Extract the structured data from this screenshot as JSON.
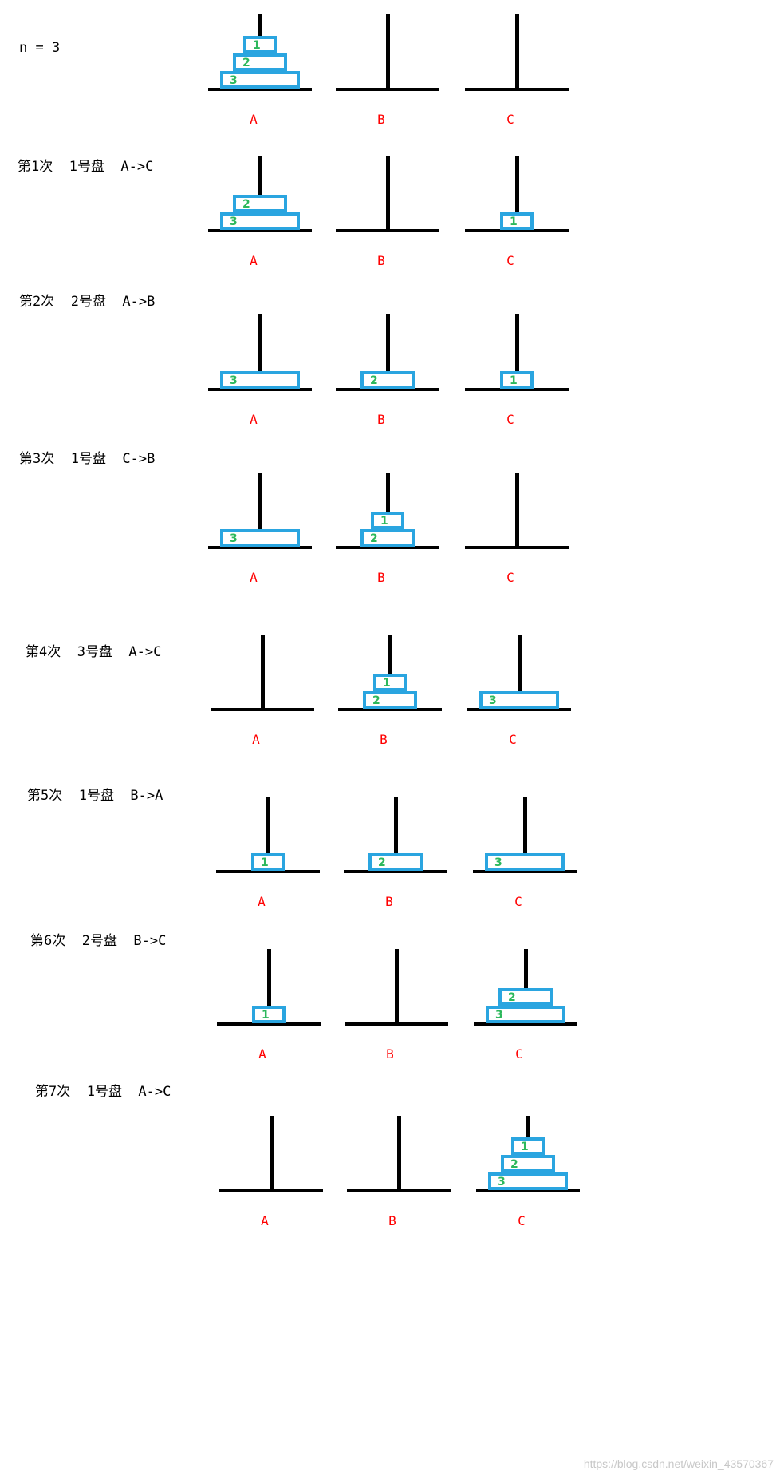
{
  "colors": {
    "disk_border": "#2aa5e0",
    "disk_number": "#2db85c",
    "peg_label": "#ff0000"
  },
  "peg_names": [
    "A",
    "B",
    "C"
  ],
  "steps": [
    {
      "label": "n = 3",
      "pegs": [
        [
          3,
          2,
          1
        ],
        [],
        []
      ]
    },
    {
      "label": "第1次  1号盘  A->C",
      "pegs": [
        [
          3,
          2
        ],
        [],
        [
          1
        ]
      ]
    },
    {
      "label": "第2次  2号盘  A->B",
      "pegs": [
        [
          3
        ],
        [
          2
        ],
        [
          1
        ]
      ]
    },
    {
      "label": "第3次  1号盘  C->B",
      "pegs": [
        [
          3
        ],
        [
          2,
          1
        ],
        []
      ]
    },
    {
      "label": "第4次  3号盘  A->C",
      "pegs": [
        [],
        [
          2,
          1
        ],
        [
          3
        ]
      ]
    },
    {
      "label": "第5次  1号盘  B->A",
      "pegs": [
        [
          1
        ],
        [
          2
        ],
        [
          3
        ]
      ]
    },
    {
      "label": "第6次  2号盘  B->C",
      "pegs": [
        [
          1
        ],
        [],
        [
          3,
          2
        ]
      ]
    },
    {
      "label": "第7次  1号盘  A->C",
      "pegs": [
        [],
        [],
        [
          3,
          2,
          1
        ]
      ]
    }
  ],
  "watermark": "https://blog.csdn.net/weixin_43570367"
}
